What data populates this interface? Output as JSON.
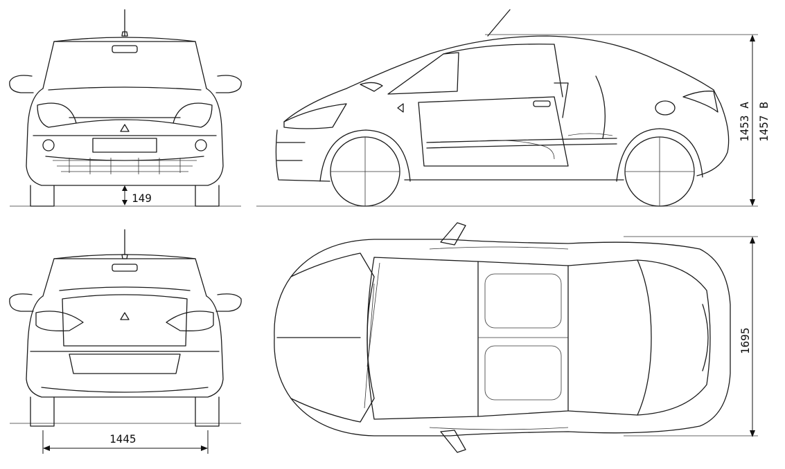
{
  "dimensions": {
    "ground_clearance": "149",
    "track_width": "1445",
    "overall_width": "1695",
    "height_a": "1453 A",
    "height_b": "1457 B"
  },
  "colors": {
    "line": "#1a1a1a",
    "background": "#ffffff"
  }
}
